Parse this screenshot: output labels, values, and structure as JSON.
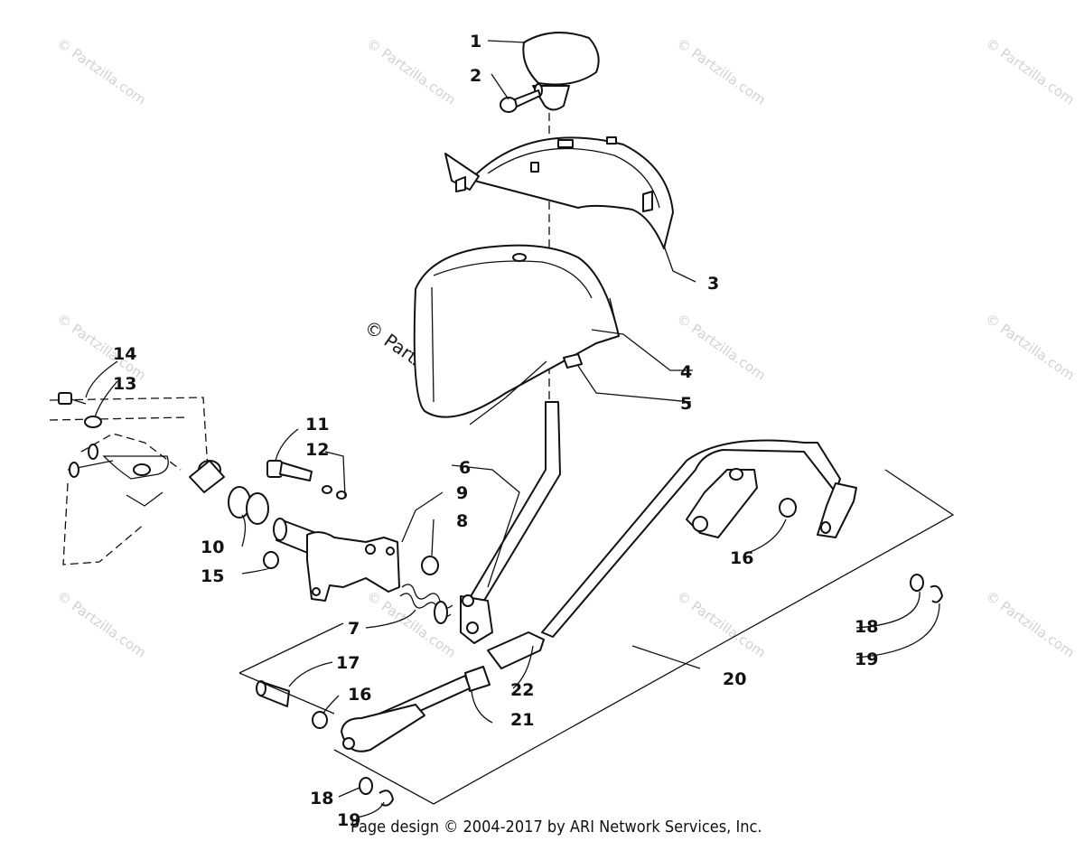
{
  "footer_text": "Page design © 2004-2017 by ARI Network Services, Inc.",
  "watermark_text": "© Partzilla.com",
  "labels": {
    "l1": "1",
    "l2": "2",
    "l3": "3",
    "l4": "4",
    "l5": "5",
    "l6": "6",
    "l7": "7",
    "l8": "8",
    "l9": "9",
    "l10": "10",
    "l11": "11",
    "l12": "12",
    "l13": "13",
    "l14": "14",
    "l15": "15",
    "l16a": "16",
    "l16b": "16",
    "l17": "17",
    "l18a": "18",
    "l18b": "18",
    "l19a": "19",
    "l19b": "19",
    "l20": "20",
    "l21": "21",
    "l22": "22"
  }
}
